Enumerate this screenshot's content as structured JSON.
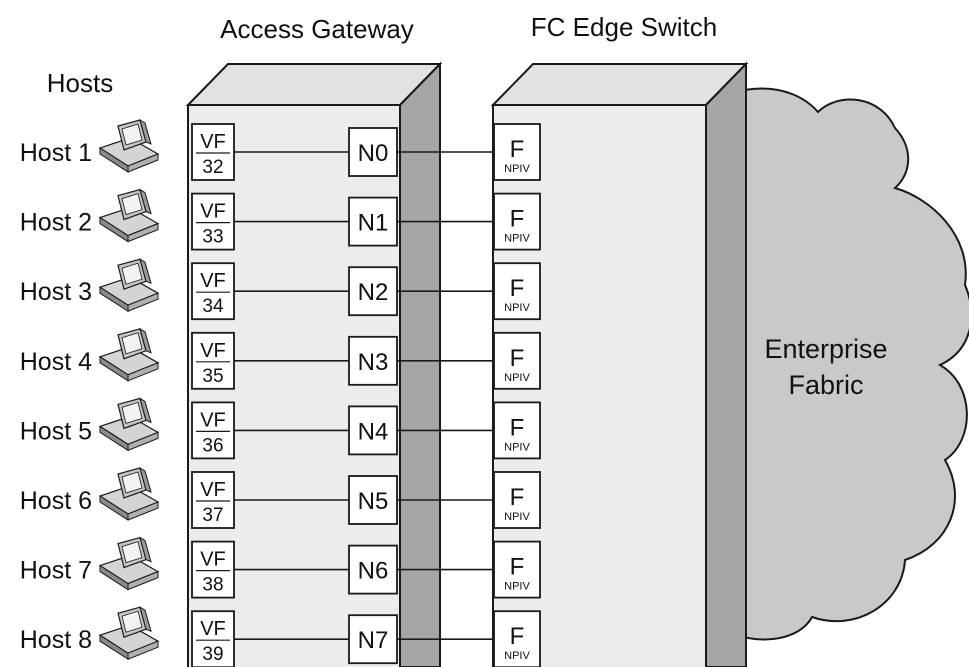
{
  "titles": {
    "access_gateway": "Access Gateway",
    "fc_edge_switch": "FC Edge Switch",
    "hosts": "Hosts"
  },
  "cloud": {
    "line1": "Enterprise",
    "line2": "Fabric"
  },
  "rows": [
    {
      "host": "Host 1",
      "vf_top": "VF",
      "vf_num": "32",
      "n_port": "N0",
      "f_label": "F",
      "f_sub": "NPIV"
    },
    {
      "host": "Host 2",
      "vf_top": "VF",
      "vf_num": "33",
      "n_port": "N1",
      "f_label": "F",
      "f_sub": "NPIV"
    },
    {
      "host": "Host 3",
      "vf_top": "VF",
      "vf_num": "34",
      "n_port": "N2",
      "f_label": "F",
      "f_sub": "NPIV"
    },
    {
      "host": "Host 4",
      "vf_top": "VF",
      "vf_num": "35",
      "n_port": "N3",
      "f_label": "F",
      "f_sub": "NPIV"
    },
    {
      "host": "Host 5",
      "vf_top": "VF",
      "vf_num": "36",
      "n_port": "N4",
      "f_label": "F",
      "f_sub": "NPIV"
    },
    {
      "host": "Host 6",
      "vf_top": "VF",
      "vf_num": "37",
      "n_port": "N5",
      "f_label": "F",
      "f_sub": "NPIV"
    },
    {
      "host": "Host 7",
      "vf_top": "VF",
      "vf_num": "38",
      "n_port": "N6",
      "f_label": "F",
      "f_sub": "NPIV"
    },
    {
      "host": "Host 8",
      "vf_top": "VF",
      "vf_num": "39",
      "n_port": "N7",
      "f_label": "F",
      "f_sub": "NPIV"
    }
  ],
  "icons": {
    "host": "computer-icon"
  },
  "colors": {
    "box_front": "#ececec",
    "box_top": "#e2e2e2",
    "box_side": "#a6a6a6",
    "cloud_fill": "#c9c9c9",
    "stroke": "#1a1a1a"
  }
}
